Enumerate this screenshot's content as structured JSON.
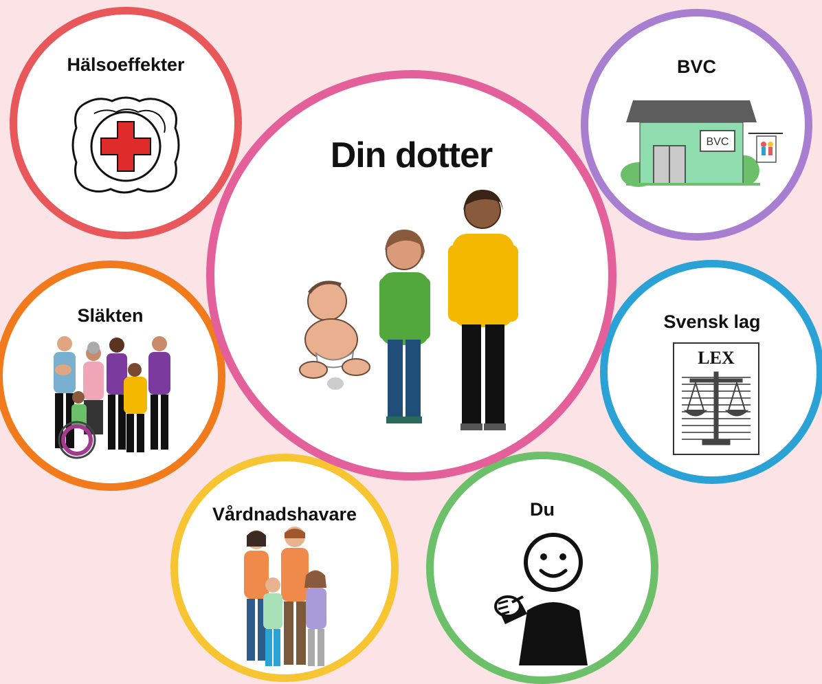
{
  "center": {
    "title": "Din dotter",
    "border_color": "#e4609a"
  },
  "nodes": {
    "halso": {
      "label": "Hälsoeffekter",
      "border_color": "#e8575a",
      "icon": "red-cross-icon"
    },
    "bvc": {
      "label": "BVC",
      "sign_text": "BVC",
      "border_color": "#a77ed0",
      "icon": "clinic-building-icon"
    },
    "slakten": {
      "label": "Släkten",
      "border_color": "#f07a1c",
      "icon": "extended-family-icon"
    },
    "svensk_lag": {
      "label": "Svensk lag",
      "doc_text": "LEX",
      "border_color": "#2aa2d6",
      "icon": "law-document-icon"
    },
    "vardnad": {
      "label": "Vårdnadshavare",
      "border_color": "#f7c531",
      "icon": "parents-children-icon"
    },
    "du": {
      "label": "Du",
      "border_color": "#6cc06a",
      "icon": "pointing-person-icon"
    }
  }
}
